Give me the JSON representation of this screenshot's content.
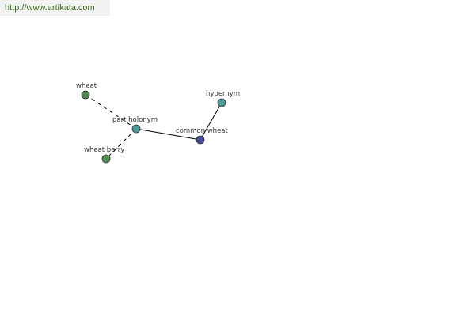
{
  "header": {
    "url": "http://www.artikata.com"
  },
  "colors": {
    "link": "#3d6b1a",
    "edge": "#000000",
    "node_stroke": "#333333",
    "node_green": "#4f8a4f",
    "node_teal": "#4a9a9a",
    "node_blue": "#4a4a9a"
  },
  "graph": {
    "nodes": [
      {
        "id": "wheat",
        "label": "wheat",
        "color": "node_green"
      },
      {
        "id": "part_holonym",
        "label": "part holonym",
        "color": "node_teal"
      },
      {
        "id": "wheat_berry",
        "label": "wheat berry",
        "color": "node_green"
      },
      {
        "id": "common_wheat",
        "label": "common wheat",
        "color": "node_blue"
      },
      {
        "id": "hypernym",
        "label": "hypernym",
        "color": "node_teal"
      }
    ],
    "edges": [
      {
        "from": "wheat",
        "to": "part_holonym",
        "style": "dashed"
      },
      {
        "from": "part_holonym",
        "to": "wheat_berry",
        "style": "dashed"
      },
      {
        "from": "part_holonym",
        "to": "common_wheat",
        "style": "solid"
      },
      {
        "from": "common_wheat",
        "to": "hypernym",
        "style": "solid"
      }
    ]
  }
}
